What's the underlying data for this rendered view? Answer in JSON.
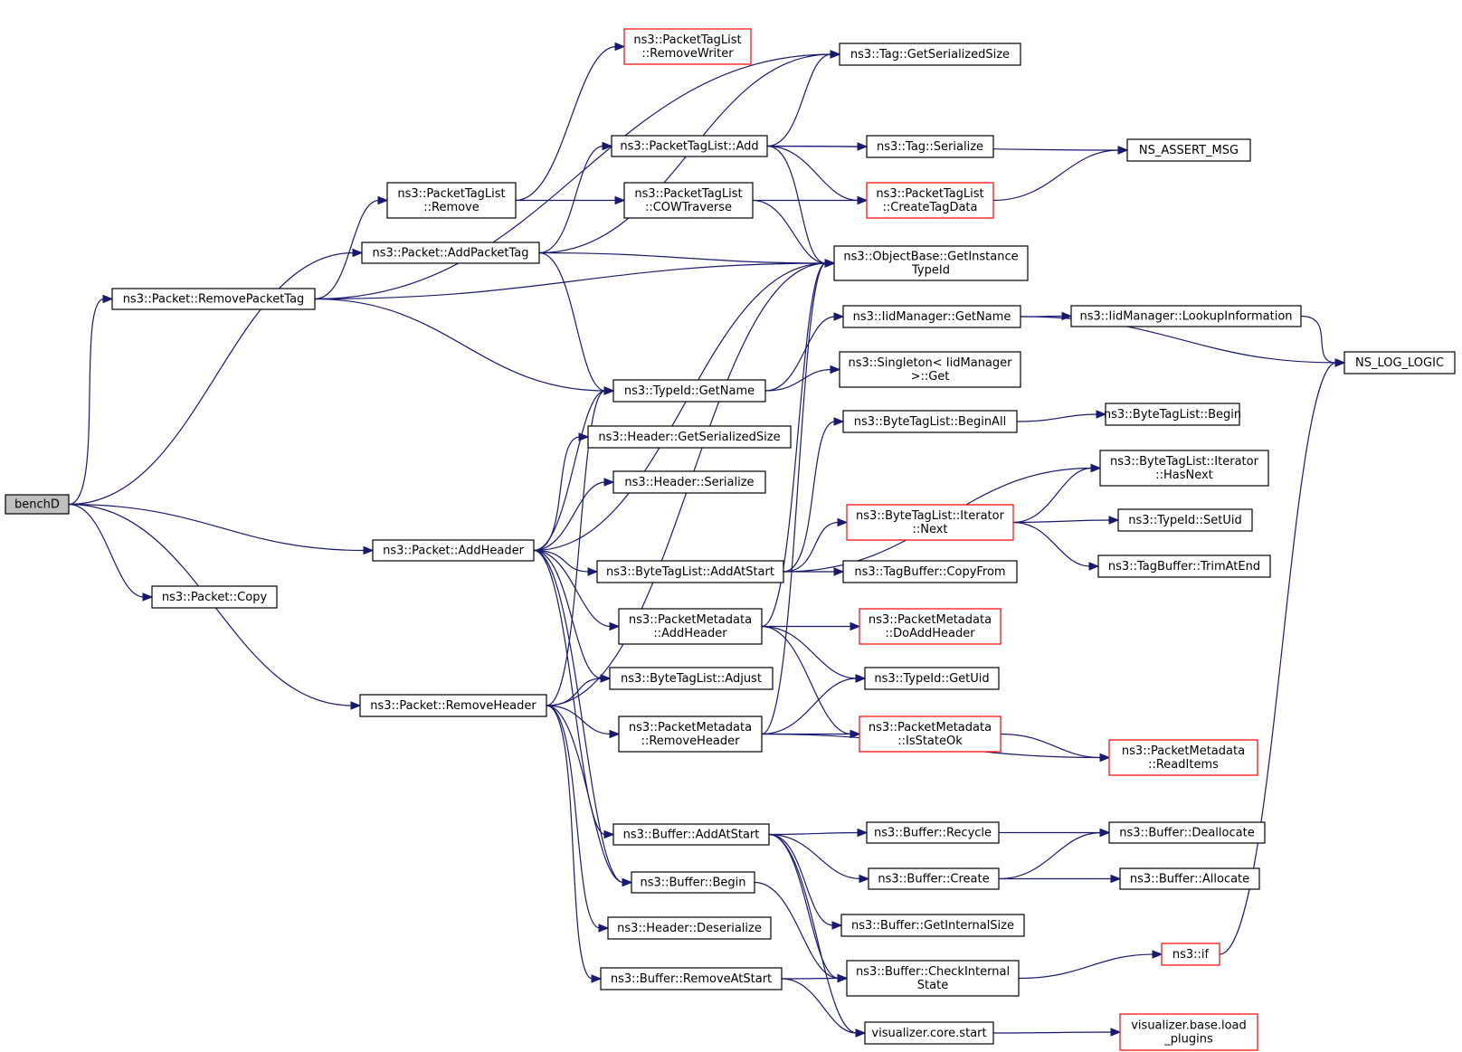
{
  "diagram": {
    "colors": {
      "edge": "#191970",
      "node_border": "#000000",
      "truncated_border": "#ff0000",
      "root_fill": "#bfbfbf",
      "node_fill": "#ffffff"
    },
    "nodes": [
      {
        "id": "benchD",
        "lines": [
          "benchD"
        ],
        "style": "root"
      },
      {
        "id": "removePacketTag",
        "lines": [
          "ns3::Packet::RemovePacketTag"
        ],
        "style": "normal"
      },
      {
        "id": "addPacketTag",
        "lines": [
          "ns3::Packet::AddPacketTag"
        ],
        "style": "normal"
      },
      {
        "id": "ptlRemove",
        "lines": [
          "ns3::PacketTagList",
          "::Remove"
        ],
        "style": "normal"
      },
      {
        "id": "ptlRemoveWriter",
        "lines": [
          "ns3::PacketTagList",
          "::RemoveWriter"
        ],
        "style": "truncated"
      },
      {
        "id": "tagGetSerializedSize",
        "lines": [
          "ns3::Tag::GetSerializedSize"
        ],
        "style": "normal"
      },
      {
        "id": "ptlAdd",
        "lines": [
          "ns3::PacketTagList::Add"
        ],
        "style": "normal"
      },
      {
        "id": "tagSerialize",
        "lines": [
          "ns3::Tag::Serialize"
        ],
        "style": "normal"
      },
      {
        "id": "nsAssertMsg",
        "lines": [
          "NS_ASSERT_MSG"
        ],
        "style": "normal"
      },
      {
        "id": "ptlCowTraverse",
        "lines": [
          "ns3::PacketTagList",
          "::COWTraverse"
        ],
        "style": "normal"
      },
      {
        "id": "ptlCreateTagData",
        "lines": [
          "ns3::PacketTagList",
          "::CreateTagData"
        ],
        "style": "truncated"
      },
      {
        "id": "objGetInstanceTypeId",
        "lines": [
          "ns3::ObjectBase::GetInstance",
          "TypeId"
        ],
        "style": "normal"
      },
      {
        "id": "iidGetName",
        "lines": [
          "ns3::IidManager::GetName"
        ],
        "style": "normal"
      },
      {
        "id": "iidLookup",
        "lines": [
          "ns3::IidManager::LookupInformation"
        ],
        "style": "normal"
      },
      {
        "id": "nsLogLogic",
        "lines": [
          "NS_LOG_LOGIC"
        ],
        "style": "normal"
      },
      {
        "id": "singletonGet",
        "lines": [
          "ns3::Singleton< IidManager",
          ">::Get"
        ],
        "style": "normal"
      },
      {
        "id": "typeIdGetName",
        "lines": [
          "ns3::TypeId::GetName"
        ],
        "style": "normal"
      },
      {
        "id": "headerGetSerializedSize",
        "lines": [
          "ns3::Header::GetSerializedSize"
        ],
        "style": "normal"
      },
      {
        "id": "headerSerialize",
        "lines": [
          "ns3::Header::Serialize"
        ],
        "style": "normal"
      },
      {
        "id": "btlBeginAll",
        "lines": [
          "ns3::ByteTagList::BeginAll"
        ],
        "style": "normal"
      },
      {
        "id": "btlBegin",
        "lines": [
          "ns3::ByteTagList::Begin"
        ],
        "style": "normal"
      },
      {
        "id": "btlIterHasNext",
        "lines": [
          "ns3::ByteTagList::Iterator",
          "::HasNext"
        ],
        "style": "normal"
      },
      {
        "id": "btlIterNext",
        "lines": [
          "ns3::ByteTagList::Iterator",
          "::Next"
        ],
        "style": "truncated"
      },
      {
        "id": "typeIdSetUid",
        "lines": [
          "ns3::TypeId::SetUid"
        ],
        "style": "normal"
      },
      {
        "id": "tagBufTrimAtEnd",
        "lines": [
          "ns3::TagBuffer::TrimAtEnd"
        ],
        "style": "normal"
      },
      {
        "id": "packetAddHeader",
        "lines": [
          "ns3::Packet::AddHeader"
        ],
        "style": "normal"
      },
      {
        "id": "btlAddAtStart",
        "lines": [
          "ns3::ByteTagList::AddAtStart"
        ],
        "style": "normal"
      },
      {
        "id": "tagBufCopyFrom",
        "lines": [
          "ns3::TagBuffer::CopyFrom"
        ],
        "style": "normal"
      },
      {
        "id": "packetCopy",
        "lines": [
          "ns3::Packet::Copy"
        ],
        "style": "normal"
      },
      {
        "id": "pmAddHeader",
        "lines": [
          "ns3::PacketMetadata",
          "::AddHeader"
        ],
        "style": "normal"
      },
      {
        "id": "pmDoAddHeader",
        "lines": [
          "ns3::PacketMetadata",
          "::DoAddHeader"
        ],
        "style": "truncated"
      },
      {
        "id": "btlAdjust",
        "lines": [
          "ns3::ByteTagList::Adjust"
        ],
        "style": "normal"
      },
      {
        "id": "typeIdGetUid",
        "lines": [
          "ns3::TypeId::GetUid"
        ],
        "style": "normal"
      },
      {
        "id": "packetRemoveHeader",
        "lines": [
          "ns3::Packet::RemoveHeader"
        ],
        "style": "normal"
      },
      {
        "id": "pmRemoveHeader",
        "lines": [
          "ns3::PacketMetadata",
          "::RemoveHeader"
        ],
        "style": "normal"
      },
      {
        "id": "pmIsStateOk",
        "lines": [
          "ns3::PacketMetadata",
          "::IsStateOk"
        ],
        "style": "truncated"
      },
      {
        "id": "pmReadItems",
        "lines": [
          "ns3::PacketMetadata",
          "::ReadItems"
        ],
        "style": "truncated"
      },
      {
        "id": "bufAddAtStart",
        "lines": [
          "ns3::Buffer::AddAtStart"
        ],
        "style": "normal"
      },
      {
        "id": "bufRecycle",
        "lines": [
          "ns3::Buffer::Recycle"
        ],
        "style": "normal"
      },
      {
        "id": "bufDeallocate",
        "lines": [
          "ns3::Buffer::Deallocate"
        ],
        "style": "normal"
      },
      {
        "id": "bufCreate",
        "lines": [
          "ns3::Buffer::Create"
        ],
        "style": "normal"
      },
      {
        "id": "bufAllocate",
        "lines": [
          "ns3::Buffer::Allocate"
        ],
        "style": "normal"
      },
      {
        "id": "bufBegin",
        "lines": [
          "ns3::Buffer::Begin"
        ],
        "style": "normal"
      },
      {
        "id": "bufGetInternalSize",
        "lines": [
          "ns3::Buffer::GetInternalSize"
        ],
        "style": "normal"
      },
      {
        "id": "headerDeserialize",
        "lines": [
          "ns3::Header::Deserialize"
        ],
        "style": "normal"
      },
      {
        "id": "bufCheckInternalState",
        "lines": [
          "ns3::Buffer::CheckInternal",
          "State"
        ],
        "style": "normal"
      },
      {
        "id": "ns3If",
        "lines": [
          "ns3::if"
        ],
        "style": "truncated"
      },
      {
        "id": "bufRemoveAtStart",
        "lines": [
          "ns3::Buffer::RemoveAtStart"
        ],
        "style": "normal"
      },
      {
        "id": "vizCoreStart",
        "lines": [
          "visualizer.core.start"
        ],
        "style": "normal"
      },
      {
        "id": "vizLoadPlugins",
        "lines": [
          "visualizer.base.load",
          "_plugins"
        ],
        "style": "truncated"
      }
    ],
    "edges": [
      [
        "benchD",
        "removePacketTag"
      ],
      [
        "benchD",
        "addPacketTag"
      ],
      [
        "benchD",
        "packetAddHeader"
      ],
      [
        "benchD",
        "packetCopy"
      ],
      [
        "benchD",
        "packetRemoveHeader"
      ],
      [
        "removePacketTag",
        "tagGetSerializedSize"
      ],
      [
        "removePacketTag",
        "ptlRemove"
      ],
      [
        "removePacketTag",
        "objGetInstanceTypeId"
      ],
      [
        "removePacketTag",
        "typeIdGetName"
      ],
      [
        "ptlRemove",
        "ptlRemoveWriter"
      ],
      [
        "ptlRemove",
        "ptlCowTraverse"
      ],
      [
        "addPacketTag",
        "tagGetSerializedSize"
      ],
      [
        "addPacketTag",
        "ptlAdd"
      ],
      [
        "addPacketTag",
        "objGetInstanceTypeId"
      ],
      [
        "addPacketTag",
        "typeIdGetName"
      ],
      [
        "ptlAdd",
        "tagGetSerializedSize"
      ],
      [
        "ptlAdd",
        "tagSerialize"
      ],
      [
        "ptlAdd",
        "nsAssertMsg"
      ],
      [
        "ptlAdd",
        "ptlCreateTagData"
      ],
      [
        "ptlAdd",
        "objGetInstanceTypeId"
      ],
      [
        "ptlCowTraverse",
        "ptlCreateTagData"
      ],
      [
        "ptlCowTraverse",
        "objGetInstanceTypeId"
      ],
      [
        "ptlCreateTagData",
        "nsAssertMsg"
      ],
      [
        "iidGetName",
        "iidLookup"
      ],
      [
        "iidGetName",
        "nsLogLogic"
      ],
      [
        "iidLookup",
        "nsLogLogic"
      ],
      [
        "typeIdGetName",
        "iidGetName"
      ],
      [
        "typeIdGetName",
        "singletonGet"
      ],
      [
        "packetAddHeader",
        "objGetInstanceTypeId"
      ],
      [
        "packetAddHeader",
        "typeIdGetName"
      ],
      [
        "packetAddHeader",
        "headerGetSerializedSize"
      ],
      [
        "packetAddHeader",
        "headerSerialize"
      ],
      [
        "packetAddHeader",
        "btlAddAtStart"
      ],
      [
        "packetAddHeader",
        "pmAddHeader"
      ],
      [
        "packetAddHeader",
        "btlAdjust"
      ],
      [
        "packetAddHeader",
        "bufAddAtStart"
      ],
      [
        "packetAddHeader",
        "bufBegin"
      ],
      [
        "btlAddAtStart",
        "btlBeginAll"
      ],
      [
        "btlAddAtStart",
        "btlIterHasNext"
      ],
      [
        "btlAddAtStart",
        "btlIterNext"
      ],
      [
        "btlAddAtStart",
        "tagBufCopyFrom"
      ],
      [
        "btlBeginAll",
        "btlBegin"
      ],
      [
        "btlIterNext",
        "btlIterHasNext"
      ],
      [
        "btlIterNext",
        "typeIdSetUid"
      ],
      [
        "btlIterNext",
        "tagBufTrimAtEnd"
      ],
      [
        "pmAddHeader",
        "objGetInstanceTypeId"
      ],
      [
        "pmAddHeader",
        "pmDoAddHeader"
      ],
      [
        "pmAddHeader",
        "typeIdGetUid"
      ],
      [
        "pmAddHeader",
        "pmIsStateOk"
      ],
      [
        "packetRemoveHeader",
        "objGetInstanceTypeId"
      ],
      [
        "packetRemoveHeader",
        "typeIdGetName"
      ],
      [
        "packetRemoveHeader",
        "btlAdjust"
      ],
      [
        "packetRemoveHeader",
        "pmRemoveHeader"
      ],
      [
        "packetRemoveHeader",
        "bufBegin"
      ],
      [
        "packetRemoveHeader",
        "headerDeserialize"
      ],
      [
        "packetRemoveHeader",
        "bufRemoveAtStart"
      ],
      [
        "pmRemoveHeader",
        "objGetInstanceTypeId"
      ],
      [
        "pmRemoveHeader",
        "typeIdGetUid"
      ],
      [
        "pmRemoveHeader",
        "pmIsStateOk"
      ],
      [
        "pmRemoveHeader",
        "pmReadItems"
      ],
      [
        "pmIsStateOk",
        "pmReadItems"
      ],
      [
        "bufAddAtStart",
        "bufRecycle"
      ],
      [
        "bufAddAtStart",
        "bufCreate"
      ],
      [
        "bufAddAtStart",
        "bufGetInternalSize"
      ],
      [
        "bufAddAtStart",
        "bufCheckInternalState"
      ],
      [
        "bufAddAtStart",
        "vizCoreStart"
      ],
      [
        "bufRecycle",
        "bufDeallocate"
      ],
      [
        "bufCreate",
        "bufDeallocate"
      ],
      [
        "bufCreate",
        "bufAllocate"
      ],
      [
        "bufBegin",
        "bufCheckInternalState"
      ],
      [
        "bufRemoveAtStart",
        "bufCheckInternalState"
      ],
      [
        "bufRemoveAtStart",
        "vizCoreStart"
      ],
      [
        "bufCheckInternalState",
        "ns3If"
      ],
      [
        "ns3If",
        "nsLogLogic"
      ],
      [
        "vizCoreStart",
        "vizLoadPlugins"
      ]
    ]
  }
}
